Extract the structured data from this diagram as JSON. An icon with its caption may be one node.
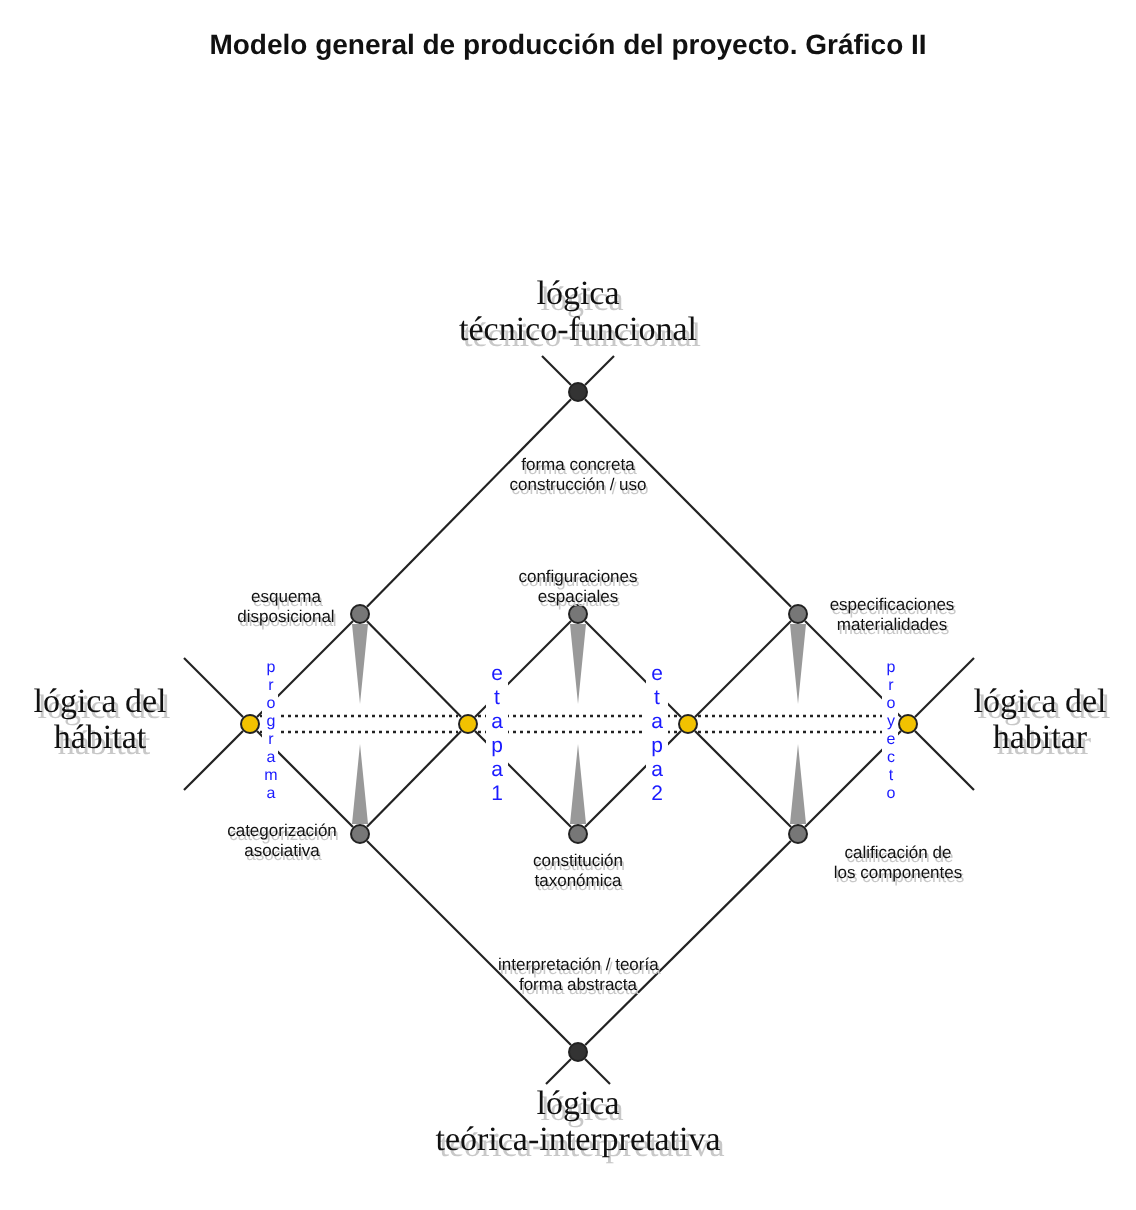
{
  "diagram": {
    "title": "Modelo general de producción del proyecto. Gráfico II",
    "nodes": [
      {
        "text": [],
        "shape": "circle",
        "beside": [
          "lógica técnico-funcional"
        ]
      },
      {
        "text": [],
        "shape": "circle",
        "beside": [
          "esquema disposicional"
        ]
      },
      {
        "text": [],
        "shape": "circle",
        "beside": [
          "configuraciones espaciales"
        ]
      },
      {
        "text": [],
        "shape": "circle",
        "beside": [
          "especificaciones materialidades"
        ]
      },
      {
        "text": [],
        "shape": "circle",
        "beside": [
          "lógica del hábitat",
          "programa"
        ]
      },
      {
        "text": [],
        "shape": "circle",
        "beside": [
          "etapa1"
        ]
      },
      {
        "text": [],
        "shape": "circle",
        "beside": [
          "etapa2"
        ]
      },
      {
        "text": [],
        "shape": "circle",
        "beside": [
          "proyecto",
          "lógica del habitar"
        ]
      },
      {
        "text": [],
        "shape": "circle",
        "beside": [
          "categorización asociativa"
        ]
      },
      {
        "text": [],
        "shape": "circle",
        "beside": [
          "constitución taxonómica"
        ]
      },
      {
        "text": [],
        "shape": "circle",
        "beside": [
          "calificación de los componentes"
        ]
      },
      {
        "text": [],
        "shape": "circle",
        "beside": [
          "lógica teórica-interpretativa"
        ]
      }
    ],
    "edges": [
      {
        "from": 0,
        "to": null,
        "arrow": "none"
      },
      {
        "from": 0,
        "to": null,
        "arrow": "none"
      },
      {
        "from": 0,
        "to": 1,
        "arrow": "none"
      },
      {
        "from": 0,
        "to": 3,
        "arrow": "none"
      },
      {
        "from": 1,
        "to": 4,
        "arrow": "none"
      },
      {
        "from": 3,
        "to": 7,
        "arrow": "none"
      },
      {
        "from": 4,
        "to": null,
        "arrow": "none"
      },
      {
        "from": 4,
        "to": null,
        "arrow": "none"
      },
      {
        "from": 7,
        "to": null,
        "arrow": "none"
      },
      {
        "from": 7,
        "to": null,
        "arrow": "none"
      },
      {
        "from": 1,
        "to": 5,
        "arrow": "none"
      },
      {
        "from": 5,
        "to": 2,
        "arrow": "none"
      },
      {
        "from": 2,
        "to": 6,
        "arrow": "none"
      },
      {
        "from": 6,
        "to": 3,
        "arrow": "none"
      },
      {
        "from": 4,
        "to": 8,
        "arrow": "none"
      },
      {
        "from": 8,
        "to": 5,
        "arrow": "none"
      },
      {
        "from": 5,
        "to": 9,
        "arrow": "none"
      },
      {
        "from": 9,
        "to": 6,
        "arrow": "none"
      },
      {
        "from": 6,
        "to": 10,
        "arrow": "none"
      },
      {
        "from": 10,
        "to": 7,
        "arrow": "none"
      },
      {
        "from": 8,
        "to": 11,
        "arrow": "none"
      },
      {
        "from": 11,
        "to": 10,
        "arrow": "none"
      },
      {
        "from": 11,
        "to": null,
        "arrow": "none"
      },
      {
        "from": 11,
        "to": null,
        "arrow": "none"
      },
      {
        "from": 1,
        "to": 8,
        "arrow": "none",
        "style": "thick",
        "color": "#999999"
      },
      {
        "from": 2,
        "to": 9,
        "arrow": "none",
        "style": "thick",
        "color": "#999999"
      },
      {
        "from": 3,
        "to": 10,
        "arrow": "none",
        "style": "thick",
        "color": "#999999"
      },
      {
        "from": 4,
        "to": 5,
        "arrow": "none",
        "style": "dashed"
      },
      {
        "from": 5,
        "to": 6,
        "arrow": "none",
        "style": "dashed"
      },
      {
        "from": 6,
        "to": 7,
        "arrow": "none",
        "style": "dashed"
      }
    ],
    "labels": [
      "forma concreta construcción / uso",
      "interpretación / teoría forma abstracta"
    ]
  }
}
